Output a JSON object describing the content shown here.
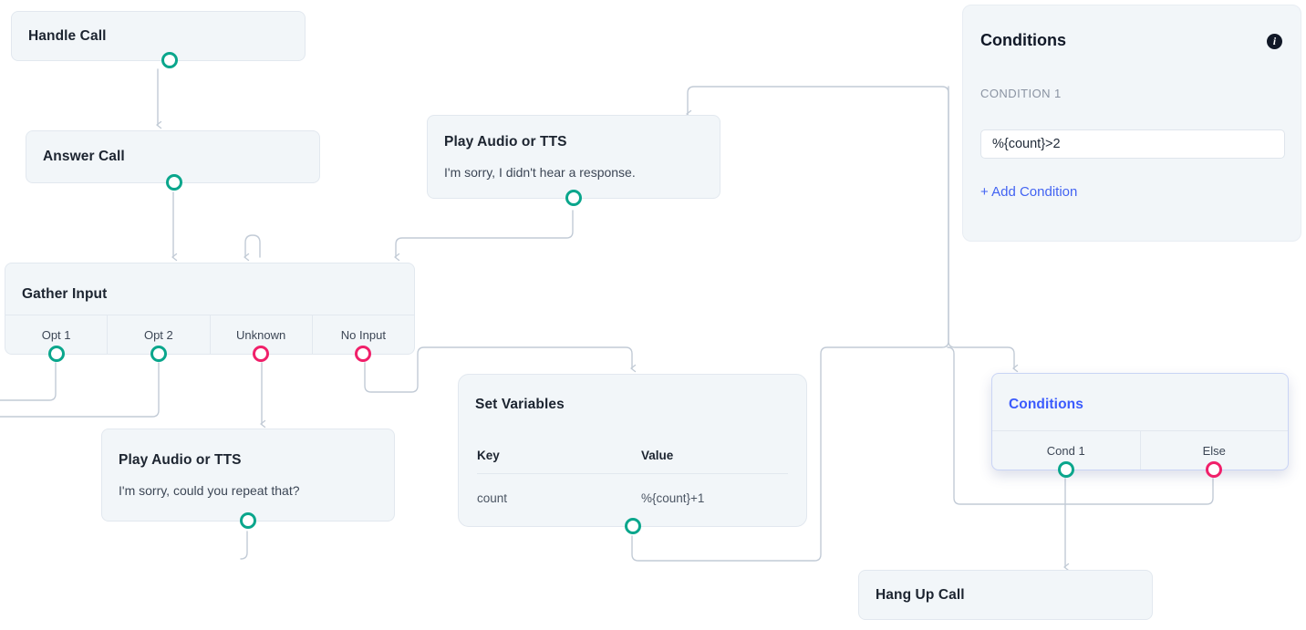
{
  "flow": {
    "nodes": [
      {
        "id": "handle-call",
        "title": "Handle Call",
        "type": "simple"
      },
      {
        "id": "answer-call",
        "title": "Answer Call",
        "type": "simple"
      },
      {
        "id": "play-audio-no-response",
        "title": "Play Audio or TTS",
        "subtitle": "I'm sorry, I didn't hear a response.",
        "type": "two"
      },
      {
        "id": "gather-input",
        "title": "Gather Input",
        "type": "ports",
        "ports": [
          {
            "label": "Opt 1",
            "color": "green"
          },
          {
            "label": "Opt 2",
            "color": "green"
          },
          {
            "label": "Unknown",
            "color": "pink"
          },
          {
            "label": "No Input",
            "color": "pink"
          }
        ]
      },
      {
        "id": "play-audio-repeat",
        "title": "Play Audio or TTS",
        "subtitle": "I'm sorry, could you repeat that?",
        "type": "two"
      },
      {
        "id": "set-variables",
        "title": "Set Variables",
        "type": "table",
        "table": {
          "headers": [
            "Key",
            "Value"
          ],
          "rows": [
            [
              "count",
              "%{count}+1"
            ]
          ]
        }
      },
      {
        "id": "conditions-node",
        "title": "Conditions",
        "type": "ports",
        "selected": true,
        "ports": [
          {
            "label": "Cond 1",
            "color": "green"
          },
          {
            "label": "Else",
            "color": "pink"
          }
        ]
      },
      {
        "id": "hang-up-call",
        "title": "Hang Up Call",
        "type": "simple"
      }
    ]
  },
  "panel": {
    "title": "Conditions",
    "info_icon": "info-icon",
    "condition_label": "CONDITION 1",
    "condition_value": "%{count}>2",
    "add_condition": "+ Add Condition"
  },
  "colors": {
    "node_bg": "#f2f6f9",
    "node_border": "#e2e8ef",
    "port_green": "#0aa68c",
    "port_pink": "#f0206a",
    "edge": "#c2cbd6",
    "accent_blue": "#3b5bfd",
    "link_blue": "#4263f2"
  }
}
